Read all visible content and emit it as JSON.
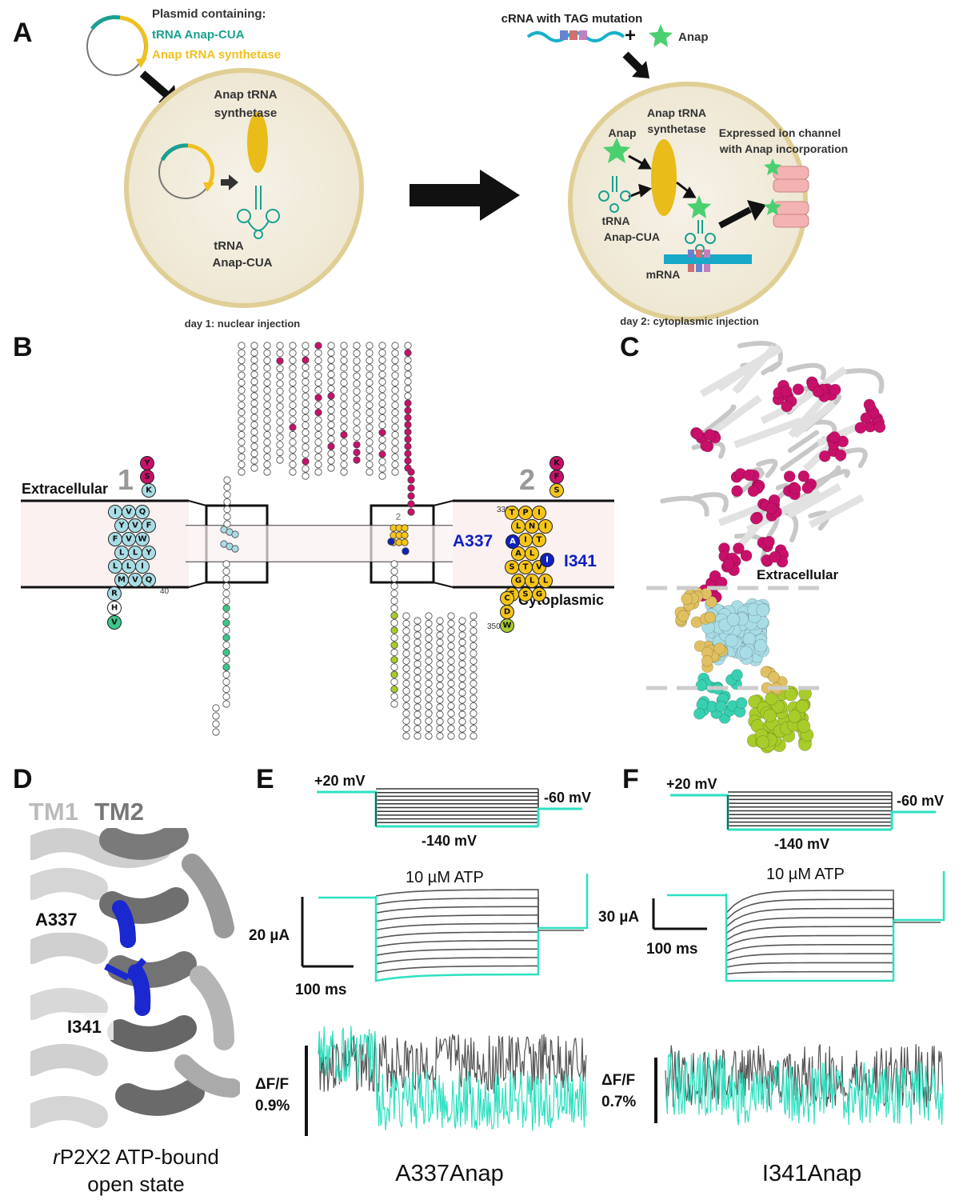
{
  "panels": {
    "A": "A",
    "B": "B",
    "C": "C",
    "D": "D",
    "E": "E",
    "F": "F"
  },
  "panel_a": {
    "plasmid_title": "Plasmid containing:",
    "plasmid_trna": "tRNA Anap-CUA",
    "plasmid_synth": "Anap tRNA synthetase",
    "cell1_synth_l1": "Anap tRNA",
    "cell1_synth_l2": "synthetase",
    "cell1_trna_l1": "tRNA",
    "cell1_trna_l2": "Anap-CUA",
    "day1": "day 1: nuclear injection",
    "crna": "cRNA with TAG mutation",
    "plus": "+",
    "anap": "Anap",
    "cell2_anap": "Anap",
    "cell2_synth_l1": "Anap tRNA",
    "cell2_synth_l2": "synthetase",
    "cell2_expr_l1": "Expressed ion channel",
    "cell2_expr_l2": "with Anap incorporation",
    "cell2_trna_l1": "tRNA",
    "cell2_trna_l2": "Anap-CUA",
    "mrna": "mRNA",
    "day2": "day 2: cytoplasmic injection"
  },
  "panel_b": {
    "extracellular": "Extracellular",
    "cytoplasmic": "Cytoplasmic",
    "tm1_num": "1",
    "tm2_num": "2",
    "box1_num": "1",
    "box2_num": "2",
    "n40": "40",
    "n330": "330",
    "n350": "350",
    "a337": "A337",
    "i341": "I341",
    "tm1_top": [
      "Y",
      "S",
      "K"
    ],
    "tm1_bottom": [
      "R",
      "H",
      "V"
    ],
    "tm2_top": [
      "K",
      "F",
      "S"
    ],
    "tm2_bottom": [
      "C",
      "D",
      "W"
    ],
    "a_res": "A",
    "i_res": "I"
  },
  "panel_c": {
    "extracellular": "Extracellular"
  },
  "panel_d": {
    "tm1": "TM1",
    "tm2": "TM2",
    "a337": "A337",
    "i341": "I341",
    "caption_prefix": "r",
    "caption_l1": "P2X2 ATP-bound",
    "caption_l2": "open state"
  },
  "panel_e": {
    "v_hold": "+20 mV",
    "v_end": "-60 mV",
    "v_min": "-140 mV",
    "atp": "10 µM ATP",
    "scale_current": "20 µA",
    "scale_time": "100 ms",
    "df_label": "ΔF/F",
    "df_value": "0.9%",
    "title": "A337Anap"
  },
  "panel_f": {
    "v_hold": "+20 mV",
    "v_end": "-60 mV",
    "v_min": "-140 mV",
    "atp": "10 µM ATP",
    "scale_current": "30 µA",
    "scale_time": "100 ms",
    "df_label": "ΔF/F",
    "df_value": "0.7%",
    "title": "I341Anap"
  },
  "colors": {
    "accent_teal": "#2ee0c0",
    "trace_gray": "#555555",
    "yellow": "#f5c518",
    "magenta": "#c8106a",
    "light_blue": "#a9dde6",
    "green": "#3cc88a",
    "lime": "#a8cc2a",
    "blue": "#1020c0",
    "cell_fill": "#f4efe2",
    "cell_border": "#e0cf95"
  },
  "icons": [
    "arrow-right-icon",
    "star-icon",
    "plasmid-icon",
    "trna-icon",
    "ion-channel-icon",
    "mrna-icon"
  ]
}
